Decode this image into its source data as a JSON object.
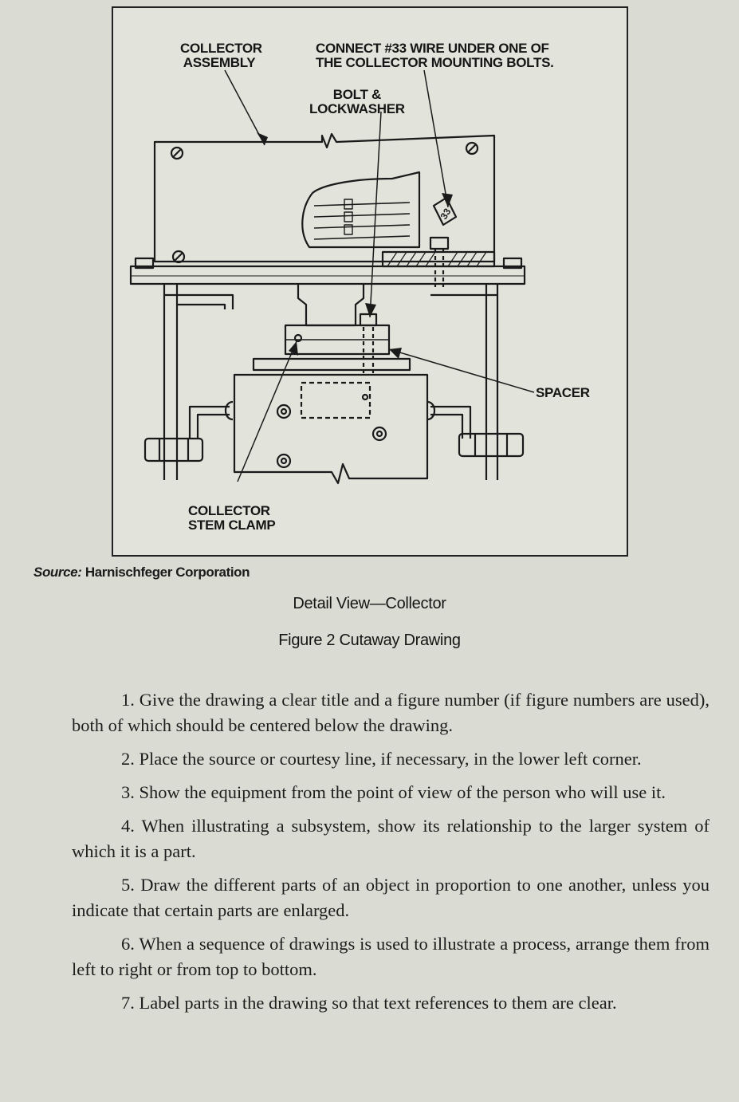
{
  "figure": {
    "callouts": {
      "collector_assembly": "COLLECTOR\n ASSEMBLY",
      "connect_wire": "CONNECT #33 WIRE UNDER ONE OF\nTHE COLLECTOR MOUNTING BOLTS.",
      "bolt_lockwasher": "BOLT &\nLOCKWASHER",
      "spacer": "SPACER",
      "stem_clamp": "COLLECTOR\nSTEM CLAMP"
    },
    "wire_tag": "33"
  },
  "source": {
    "label": "Source:",
    "text": "Harnischfeger Corporation"
  },
  "caption": {
    "detail_view": "Detail View—Collector",
    "figure_title": "Figure 2  Cutaway Drawing"
  },
  "guidelines": [
    "1. Give the drawing a clear title and a figure number (if figure numbers are used), both of which should be centered below the drawing.",
    "2. Place the source or courtesy line, if necessary, in the lower left corner.",
    "3. Show the equipment from the point of view of the person who will use it.",
    "4. When illustrating a subsystem, show its relationship to the larger system of which it is a part.",
    "5. Draw the different parts of an object in proportion to one another, unless you indicate that certain parts are enlarged.",
    "6. When a sequence of drawings is used to illustrate a process, arrange them from left to right or from top to bottom.",
    "7. Label parts in the drawing so that text references to them are clear."
  ]
}
